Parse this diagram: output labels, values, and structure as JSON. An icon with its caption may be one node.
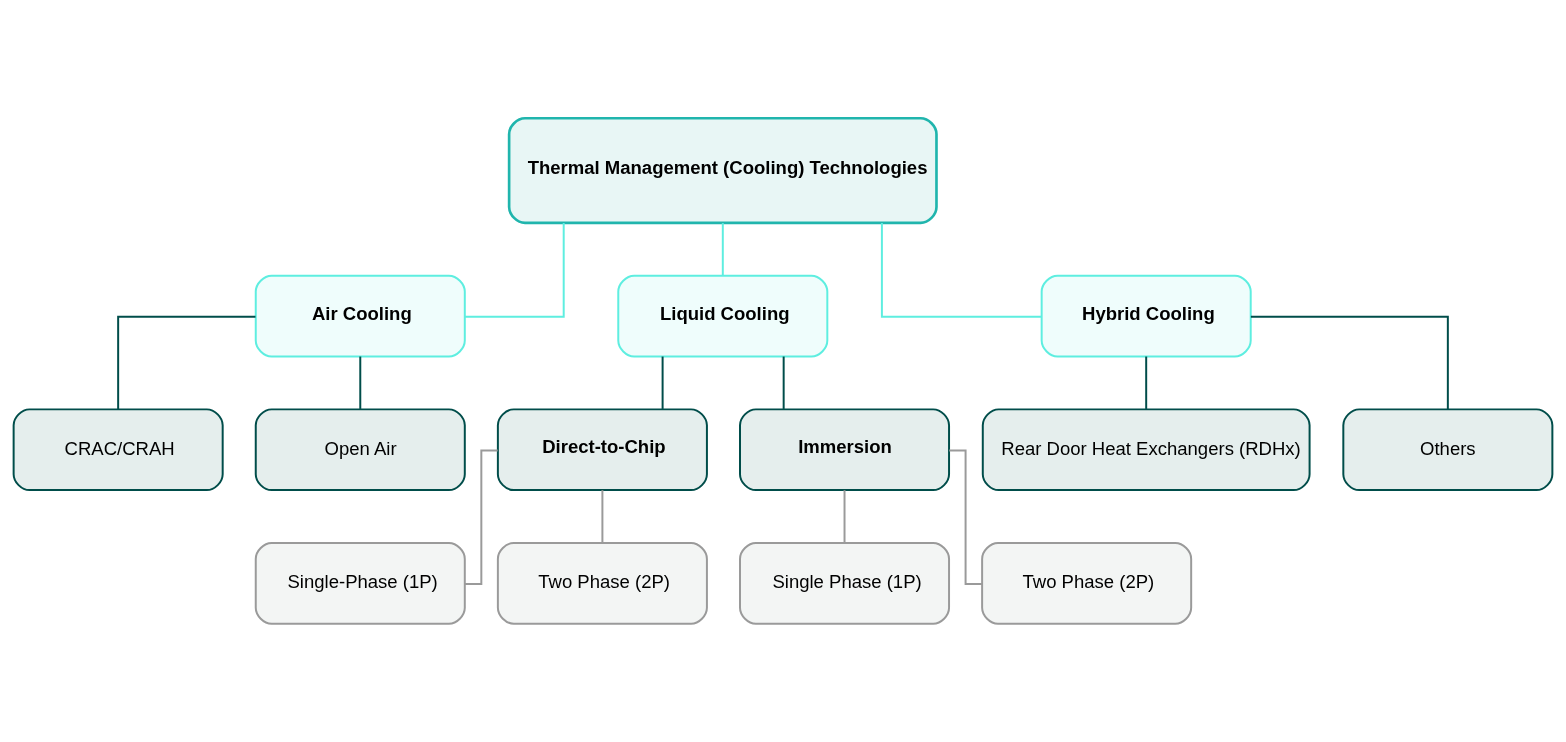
{
  "diagram": {
    "nodes": [
      {
        "text": [
          "Thermal Management (Cooling) Technologies"
        ]
      },
      {
        "text": [
          "Air Cooling"
        ]
      },
      {
        "text": [
          "Liquid Cooling"
        ]
      },
      {
        "text": [
          "Hybrid Cooling"
        ]
      },
      {
        "text": [
          "CRAC/CRAH"
        ]
      },
      {
        "text": [
          "Open Air"
        ]
      },
      {
        "text": [
          "Direct-to-Chip"
        ]
      },
      {
        "text": [
          "Immersion"
        ]
      },
      {
        "text": [
          "Rear Door Heat Exchangers (RDHx)"
        ]
      },
      {
        "text": [
          "Others"
        ]
      },
      {
        "text": [
          "Single-Phase (1P)"
        ]
      },
      {
        "text": [
          "Two Phase (2P)"
        ]
      },
      {
        "text": [
          "Single Phase (1P)"
        ]
      },
      {
        "text": [
          "Two Phase (2P)"
        ]
      }
    ],
    "edges": [
      {
        "from": 0,
        "to": 1,
        "arrow": "none",
        "color": "#5eeee0"
      },
      {
        "from": 0,
        "to": 2,
        "arrow": "none",
        "color": "#5eeee0"
      },
      {
        "from": 0,
        "to": 3,
        "arrow": "none",
        "color": "#5eeee0"
      },
      {
        "from": 1,
        "to": 4,
        "arrow": "none"
      },
      {
        "from": 1,
        "to": 5,
        "arrow": "none"
      },
      {
        "from": 2,
        "to": 6,
        "arrow": "none"
      },
      {
        "from": 2,
        "to": 7,
        "arrow": "none"
      },
      {
        "from": 3,
        "to": 8,
        "arrow": "none"
      },
      {
        "from": 3,
        "to": 9,
        "arrow": "none"
      },
      {
        "from": 6,
        "to": 10,
        "arrow": "none",
        "color": "#9a9a9a"
      },
      {
        "from": 6,
        "to": 11,
        "arrow": "none",
        "color": "#9a9a9a"
      },
      {
        "from": 7,
        "to": 12,
        "arrow": "none",
        "color": "#9a9a9a"
      },
      {
        "from": 7,
        "to": 13,
        "arrow": "none",
        "color": "#9a9a9a"
      }
    ]
  }
}
